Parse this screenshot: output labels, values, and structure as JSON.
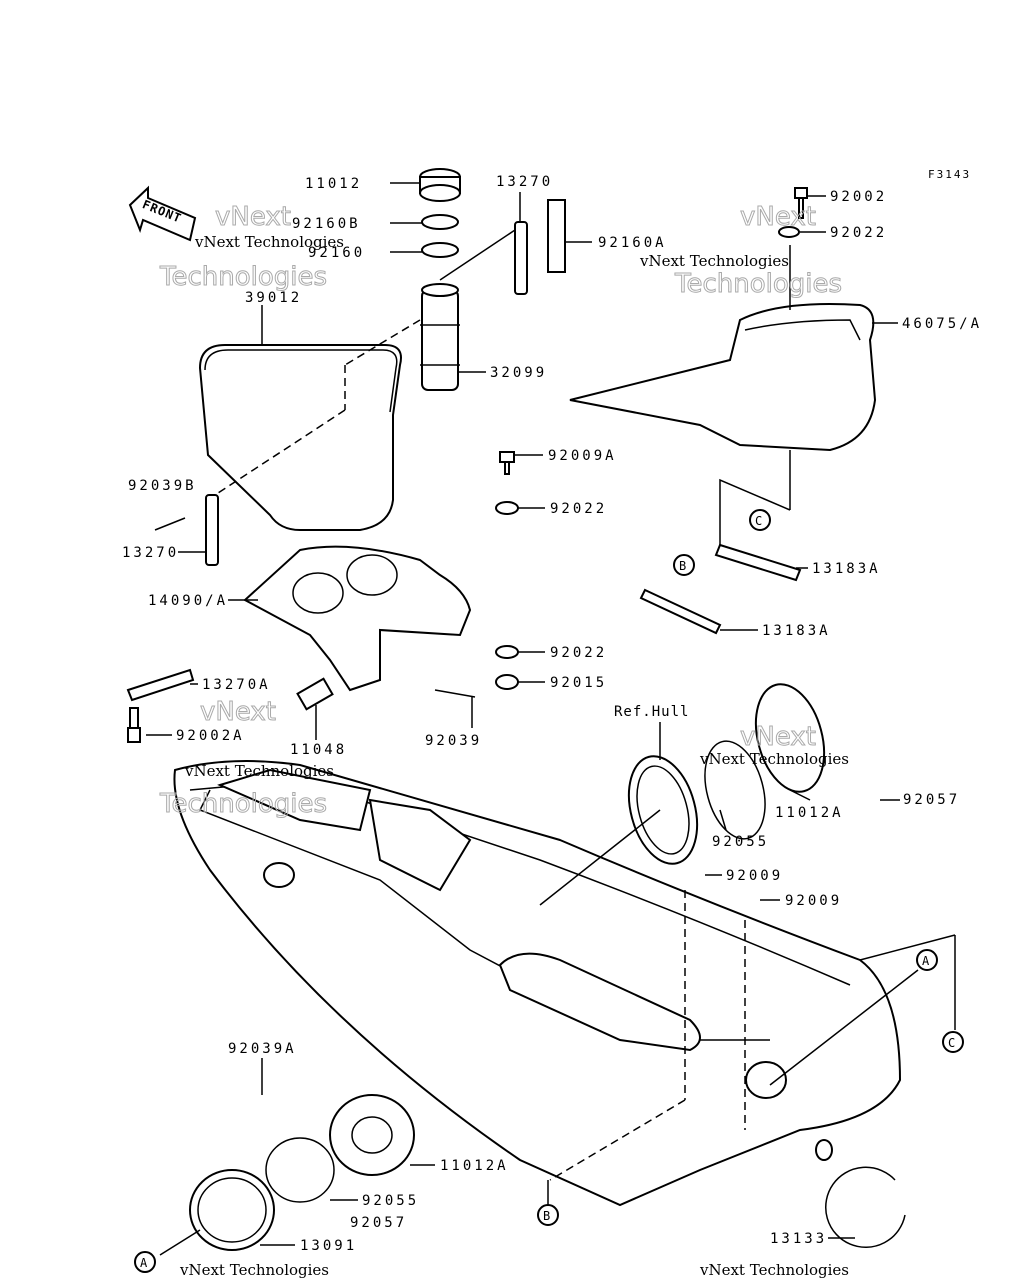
{
  "figure_code": "F3143",
  "front_label": "FRONT",
  "watermark": {
    "line1": "vNext",
    "line2": "vNext Technologies",
    "line3": "Technologies"
  },
  "parts": {
    "p11012": "11012",
    "p92160B": "92160B",
    "p92160": "92160",
    "p13270_top": "13270",
    "p92160A": "92160A",
    "p39012": "39012",
    "p32099": "32099",
    "p92002": "92002",
    "p92022_top": "92022",
    "p46075A": "46075/A",
    "p92009A": "92009A",
    "p92039B": "92039B",
    "p92022_mid": "92022",
    "p13270_left": "13270",
    "p14090A": "14090/A",
    "p13183A_1": "13183A",
    "p13183A_2": "13183A",
    "p92022_low": "92022",
    "p92015": "92015",
    "p13270A": "13270A",
    "p92002A": "92002A",
    "p11048": "11048",
    "p92039": "92039",
    "ref_hull": "Ref.Hull",
    "p92055_right": "92055",
    "p11012A_right": "11012A",
    "p92057_right": "92057",
    "p92009_1": "92009",
    "p92009_2": "92009",
    "p92039A": "92039A",
    "p11012A_left": "11012A",
    "p92055_left": "92055",
    "p92057_left": "92057",
    "p13091": "13091",
    "p13133": "13133"
  },
  "callouts": {
    "A1": "A",
    "A2": "A",
    "B1": "B",
    "B2": "B",
    "C1": "C",
    "C2": "C"
  }
}
